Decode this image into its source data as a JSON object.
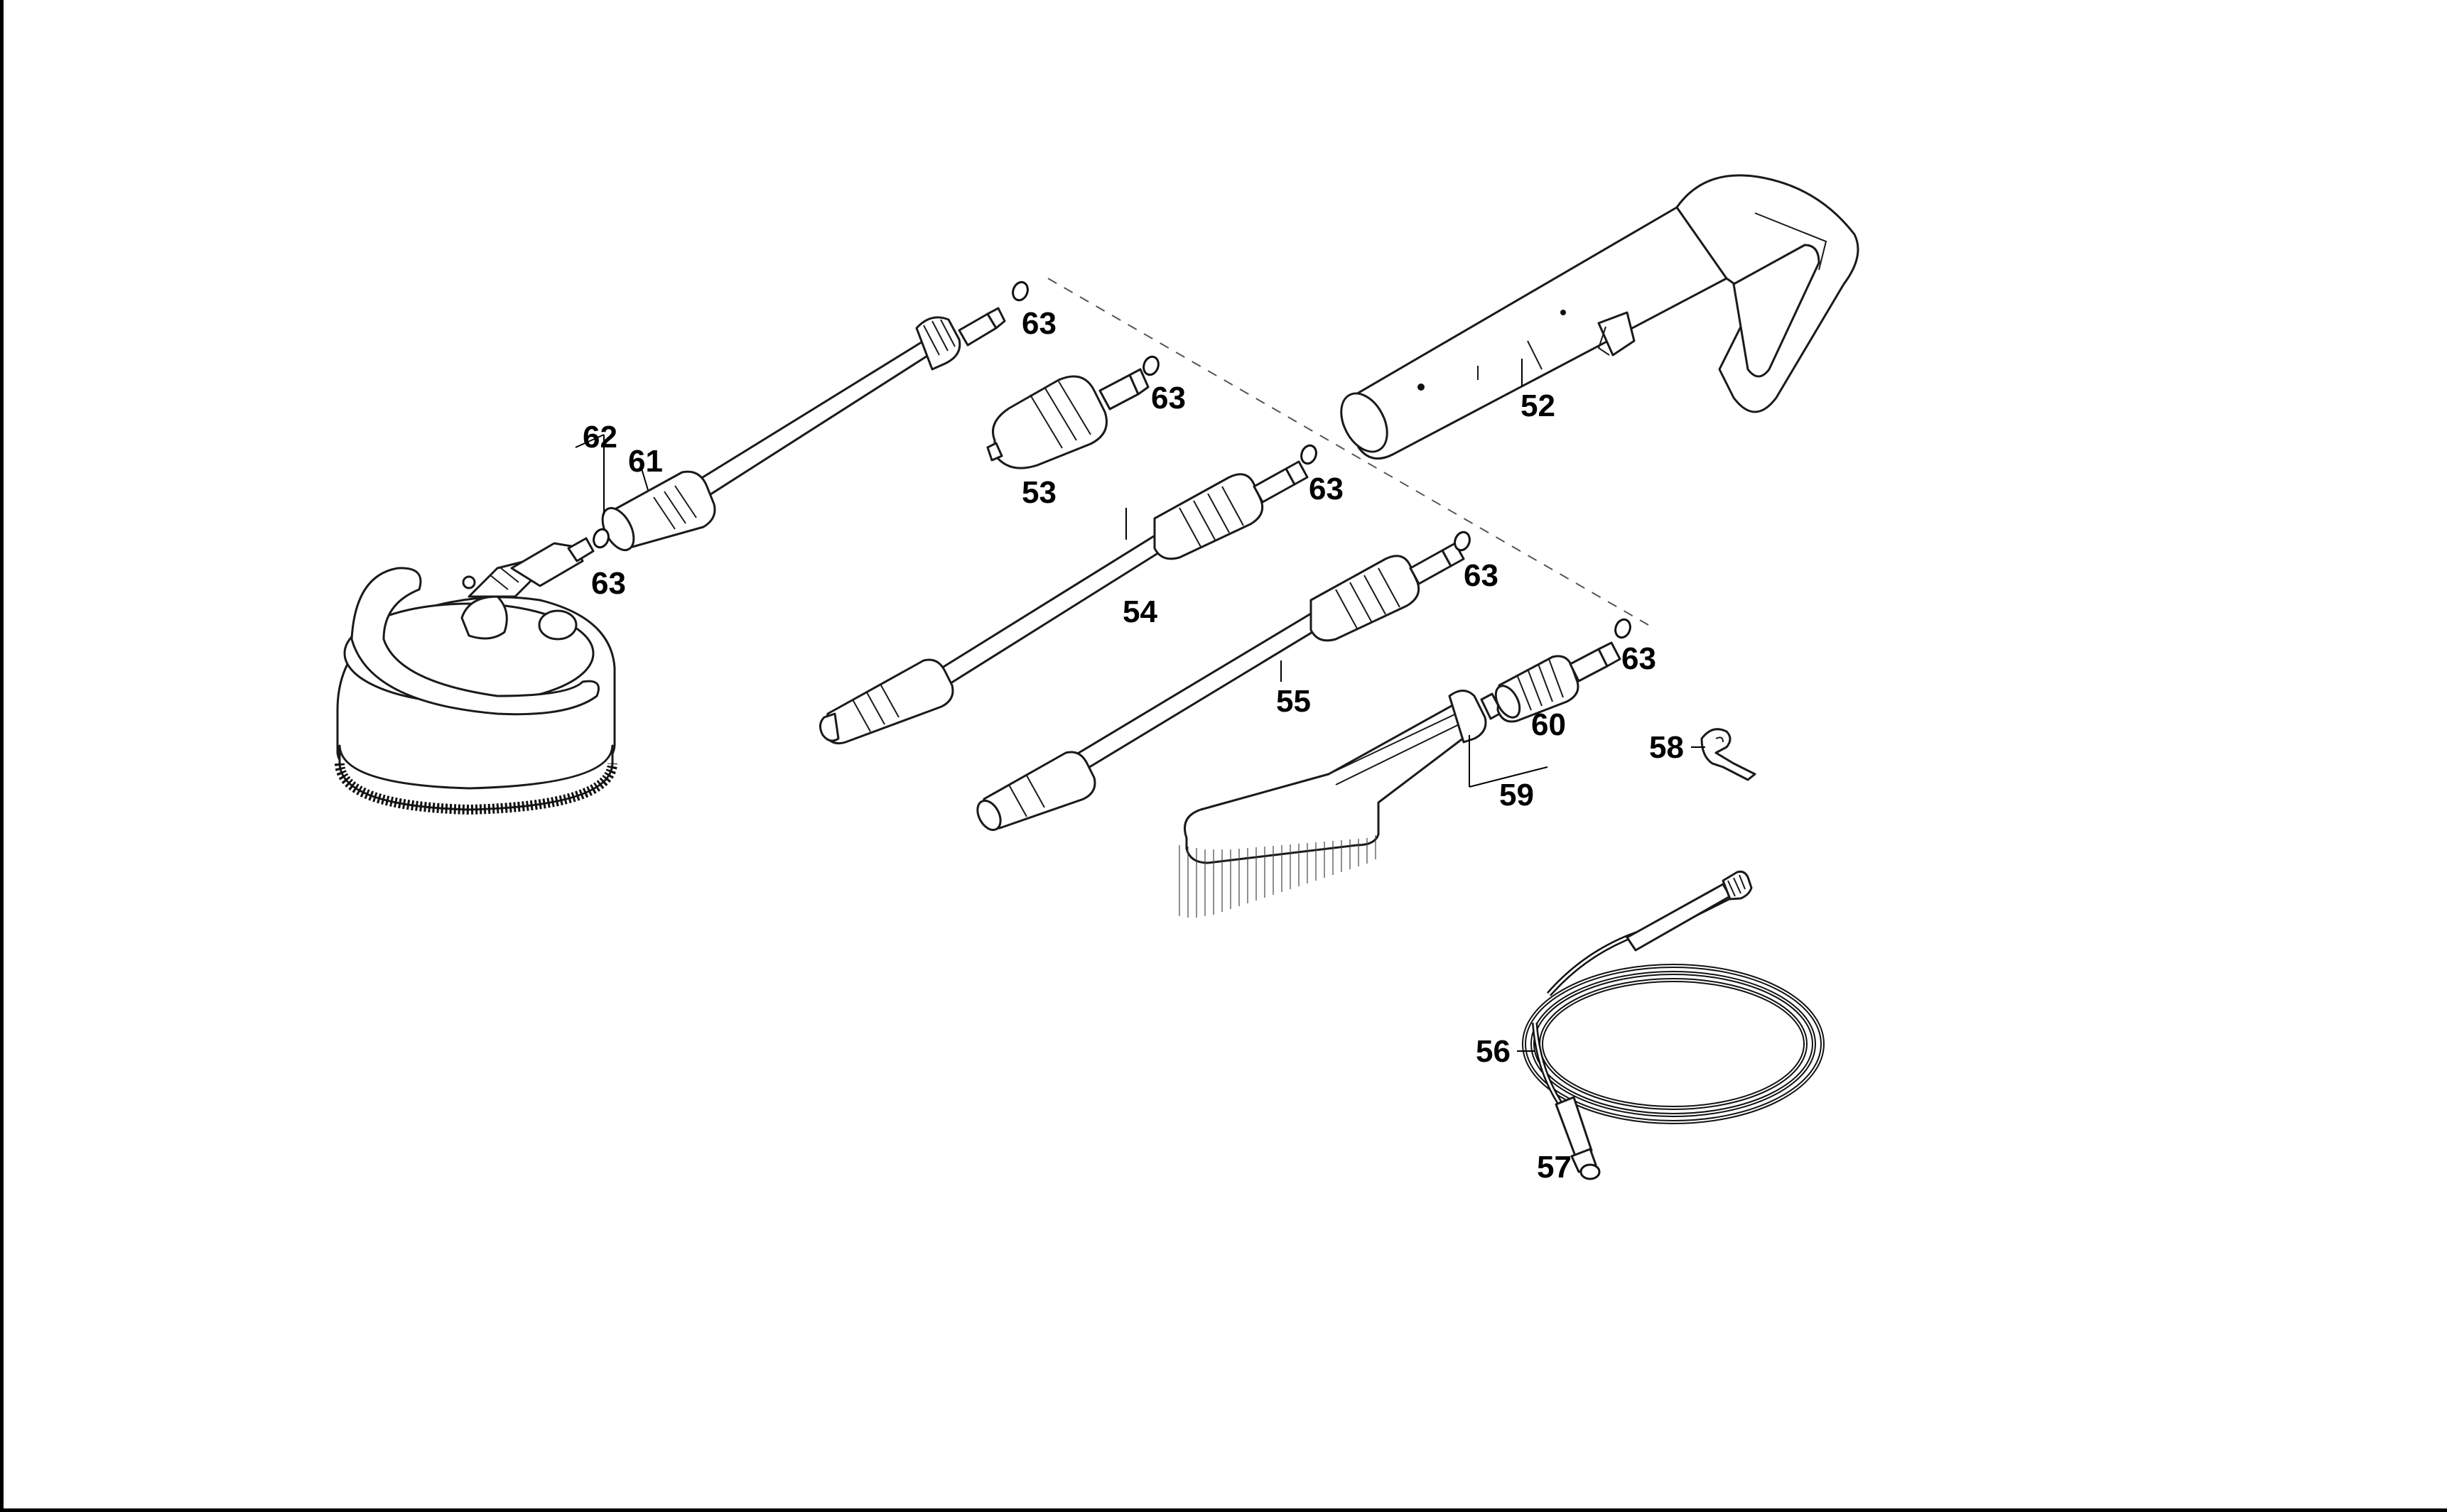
{
  "labels": {
    "l52": "52",
    "l53": "53",
    "l54": "54",
    "l55": "55",
    "l56": "56",
    "l57": "57",
    "l58": "58",
    "l59": "59",
    "l60": "60",
    "l61": "61",
    "l62": "62",
    "l63a": "63",
    "l63b": "63",
    "l63c": "63",
    "l63d": "63",
    "l63e": "63",
    "l63f": "63"
  }
}
